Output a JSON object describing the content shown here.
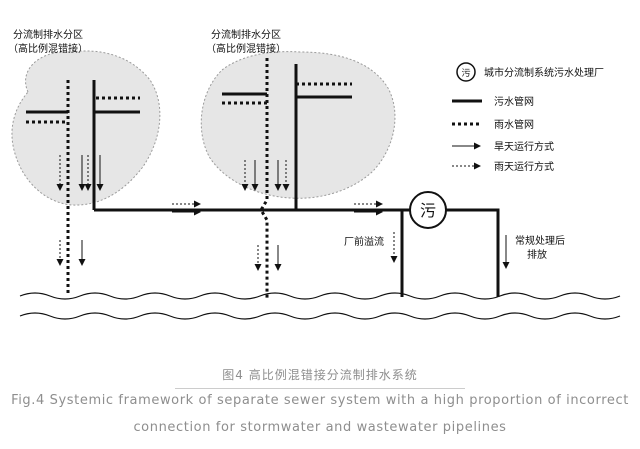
{
  "zones": [
    {
      "title": "分流制排水分区",
      "subtitle": "（高比例混错接）"
    },
    {
      "title": "分流制排水分区",
      "subtitle": "（高比例混错接）"
    }
  ],
  "plant_symbol": "污",
  "labels": {
    "overflow": "厂前溢流",
    "normal_line1": "常规处理后",
    "normal_line2": "排放"
  },
  "legend": [
    {
      "kind": "plant",
      "symbol": "污",
      "text": "城市分流制系统污水处理厂"
    },
    {
      "kind": "sewage",
      "text": "污水管网"
    },
    {
      "kind": "storm",
      "text": "雨水管网"
    },
    {
      "kind": "dry",
      "text": "旱天运行方式"
    },
    {
      "kind": "wet",
      "text": "雨天运行方式"
    }
  ],
  "caption": {
    "zh": "图4 高比例混错接分流制排水系统",
    "en_line1": "Fig.4 Systemic framework of separate sewer system with a high proportion of incorrect",
    "en_line2": "connection for stormwater and wastewater pipelines"
  },
  "colors": {
    "pipe": "#111111",
    "zone_fill": "#e6e6e6",
    "zone_stroke": "#9a9a9a",
    "caption": "#8e8e8e"
  }
}
